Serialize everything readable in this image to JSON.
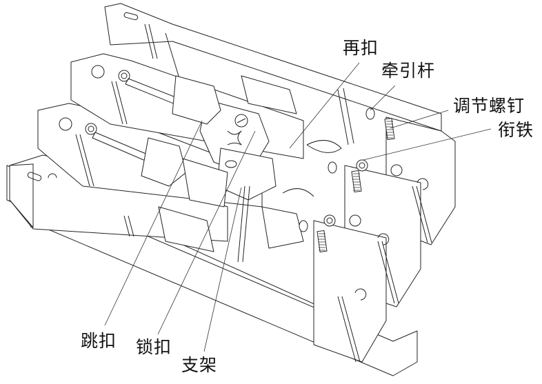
{
  "figure": {
    "subject": "circuit breaker operating mechanism (isometric line drawing)",
    "colors": {
      "line": "#222222",
      "background": "#ffffff",
      "text": "#111111"
    }
  },
  "labels": {
    "rebuckle": "再扣",
    "traction_rod": "牵引杆",
    "adjusting_screw": "调节螺钉",
    "armature": "衔铁",
    "trip_buckle": "跳扣",
    "lock_buckle": "锁扣",
    "bracket": "支架"
  }
}
